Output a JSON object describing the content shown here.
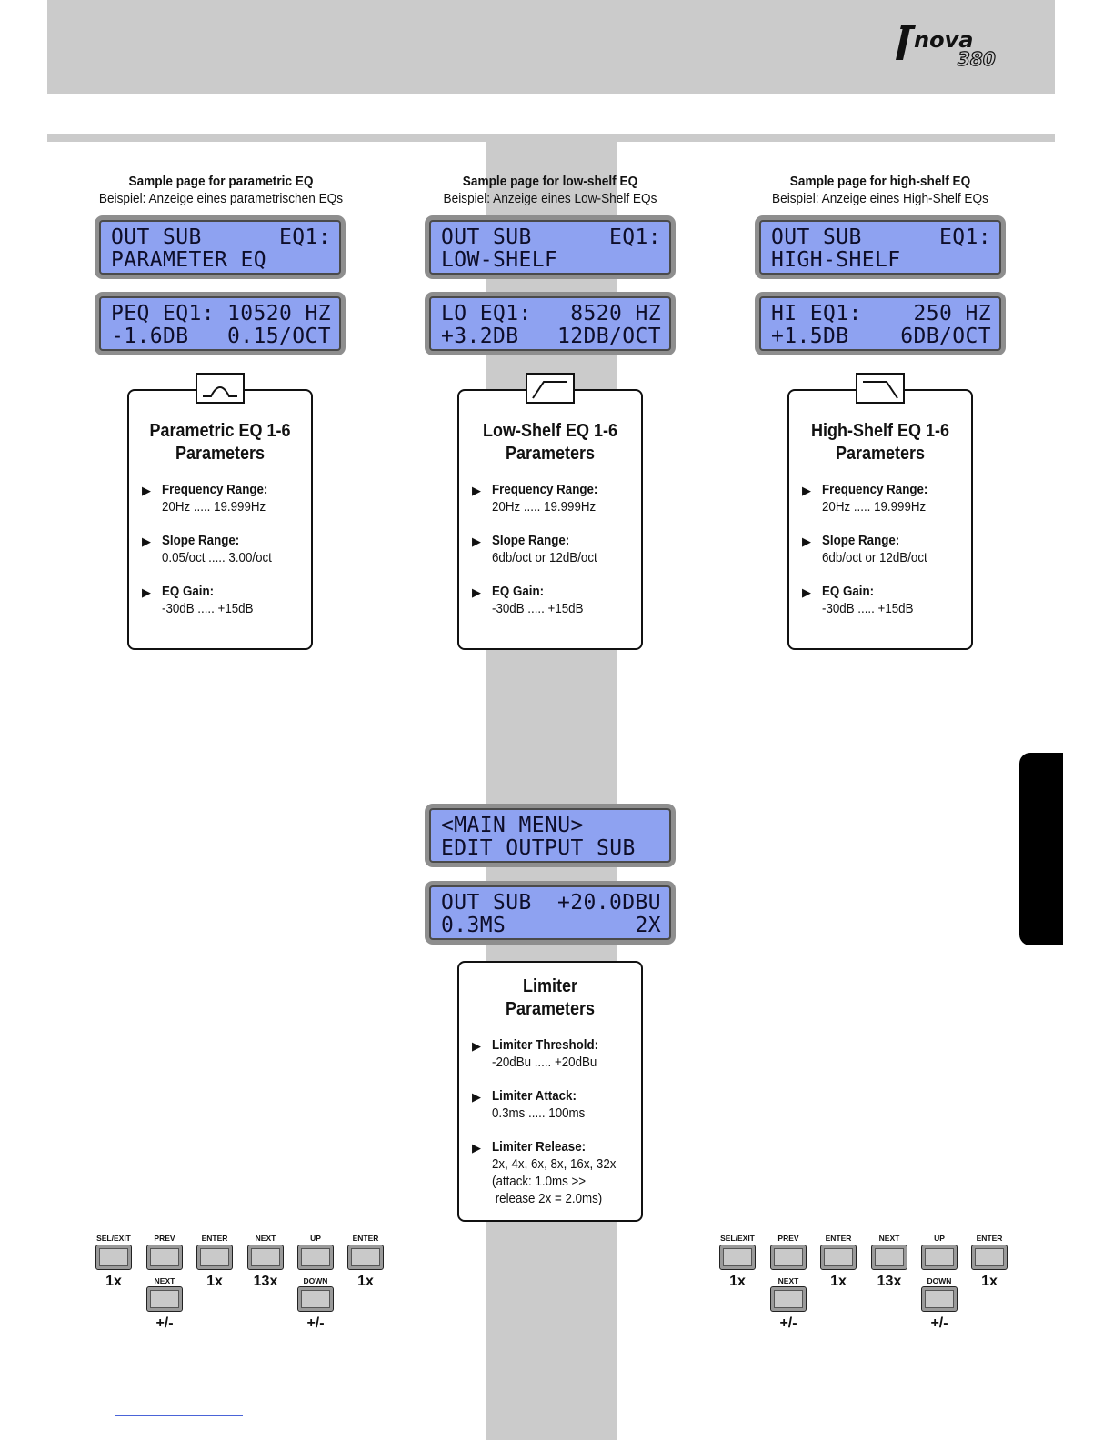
{
  "brand": {
    "name": "nova",
    "model": "380"
  },
  "columns": [
    {
      "caption_en": "Sample page for parametric EQ",
      "caption_de": "Beispiel: Anzeige eines parametrischen EQs",
      "lcd1": {
        "l1a": "OUT SUB",
        "l1b": "EQ1:",
        "l2a": "PARAMETER EQ",
        "l2b": ""
      },
      "lcd2": {
        "l1a": "PEQ EQ1:",
        "l1b": "10520 HZ",
        "l2a": "-1.6DB",
        "l2b": "0.15/OCT"
      },
      "icon": "parametric-bell-icon",
      "panel": {
        "title1": "Parametric EQ 1-6",
        "title2": "Parameters",
        "params": [
          {
            "label": "Frequency Range:",
            "value": "20Hz ..... 19.999Hz"
          },
          {
            "label": "Slope Range:",
            "value": "0.05/oct ..... 3.00/oct"
          },
          {
            "label": "EQ Gain:",
            "value": "-30dB ..... +15dB"
          }
        ]
      }
    },
    {
      "caption_en": "Sample page for low-shelf EQ",
      "caption_de": "Beispiel: Anzeige eines Low-Shelf EQs",
      "lcd1": {
        "l1a": "OUT SUB",
        "l1b": "EQ1:",
        "l2a": "LOW-SHELF",
        "l2b": ""
      },
      "lcd2": {
        "l1a": "LO EQ1:",
        "l1b": "8520 HZ",
        "l2a": "+3.2DB",
        "l2b": "12DB/OCT"
      },
      "icon": "low-shelf-icon",
      "panel": {
        "title1": "Low-Shelf EQ 1-6",
        "title2": "Parameters",
        "params": [
          {
            "label": "Frequency Range:",
            "value": "20Hz ..... 19.999Hz"
          },
          {
            "label": "Slope Range:",
            "value": "6db/oct or 12dB/oct"
          },
          {
            "label": "EQ Gain:",
            "value": "-30dB ..... +15dB"
          }
        ]
      }
    },
    {
      "caption_en": "Sample page for high-shelf EQ",
      "caption_de": "Beispiel: Anzeige eines High-Shelf EQs",
      "lcd1": {
        "l1a": "OUT SUB",
        "l1b": "EQ1:",
        "l2a": "HIGH-SHELF",
        "l2b": ""
      },
      "lcd2": {
        "l1a": "HI EQ1:",
        "l1b": "250 HZ",
        "l2a": "+1.5DB",
        "l2b": "6DB/OCT"
      },
      "icon": "high-shelf-icon",
      "panel": {
        "title1": "High-Shelf EQ 1-6",
        "title2": "Parameters",
        "params": [
          {
            "label": "Frequency Range:",
            "value": "20Hz ..... 19.999Hz"
          },
          {
            "label": "Slope Range:",
            "value": "6db/oct or 12dB/oct"
          },
          {
            "label": "EQ Gain:",
            "value": "-30dB ..... +15dB"
          }
        ]
      }
    }
  ],
  "main_menu": {
    "lcd1": {
      "l1a": "<MAIN MENU>",
      "l1b": "",
      "l2a": "EDIT OUTPUT SUB",
      "l2b": ""
    },
    "lcd2": {
      "l1a": "OUT SUB",
      "l1b": "+20.0DBU",
      "l2a": "0.3MS",
      "l2b": "2X"
    }
  },
  "limiter_panel": {
    "title1": "Limiter",
    "title2": "Parameters",
    "params": [
      {
        "label": "Limiter Threshold:",
        "value": "-20dBu ..... +20dBu"
      },
      {
        "label": "Limiter Attack:",
        "value": "0.3ms ..... 100ms"
      },
      {
        "label": "Limiter Release:",
        "value": "2x, 4x, 6x, 8x, 16x, 32x\n(attack: 1.0ms >>\n release 2x = 2.0ms)"
      }
    ]
  },
  "button_sequence": {
    "top": [
      {
        "label": "SEL/EXIT",
        "count": "1x"
      },
      {
        "label": "PREV",
        "count": ""
      },
      {
        "label": "ENTER",
        "count": "1x"
      },
      {
        "label": "NEXT",
        "count": "13x"
      },
      {
        "label": "UP",
        "count": ""
      },
      {
        "label": "ENTER",
        "count": "1x"
      }
    ],
    "bottom": [
      {
        "label": "NEXT",
        "count": "+/-"
      },
      {
        "label": "DOWN",
        "count": "+/-"
      }
    ]
  },
  "colors": {
    "lcd_background": "#8ea2f1",
    "band_gray": "#cbcbcb",
    "tab_black": "#000000"
  }
}
